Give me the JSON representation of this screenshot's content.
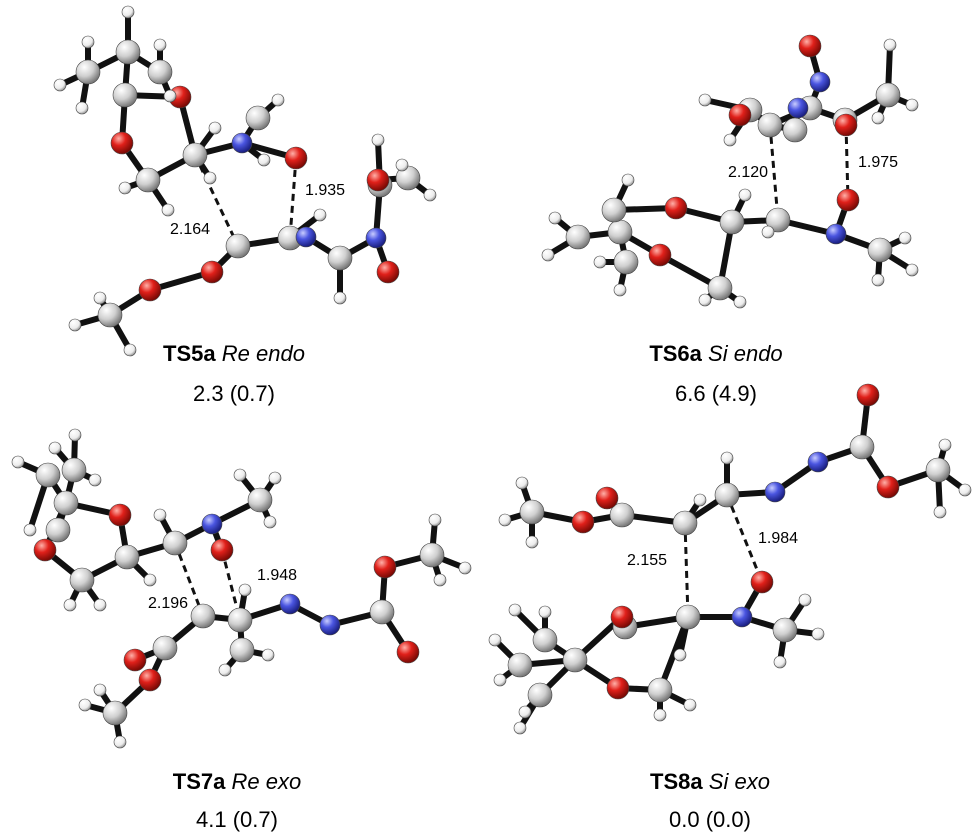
{
  "structures": [
    {
      "id": "ts5a",
      "label": "TS5a",
      "face": "Re",
      "mode": "endo",
      "energy": "2.3 (0.7)",
      "distances": [
        "2.164",
        "1.935"
      ]
    },
    {
      "id": "ts6a",
      "label": "TS6a",
      "face": "Si",
      "mode": "endo",
      "energy": "6.6 (4.9)",
      "distances": [
        "2.120",
        "1.975"
      ]
    },
    {
      "id": "ts7a",
      "label": "TS7a",
      "face": "Re",
      "mode": "exo",
      "energy": "4.1 (0.7)",
      "distances": [
        "2.196",
        "1.948"
      ]
    },
    {
      "id": "ts8a",
      "label": "TS8a",
      "face": "Si",
      "mode": "exo",
      "energy": "0.0 (0.0)",
      "distances": [
        "2.155",
        "1.984"
      ]
    }
  ],
  "colors": {
    "carbon": "#d8d8d8",
    "oxygen": "#e0201a",
    "nitrogen": "#4a55e0",
    "hydrogen": "#f4f4f4",
    "bond": "#111111"
  }
}
